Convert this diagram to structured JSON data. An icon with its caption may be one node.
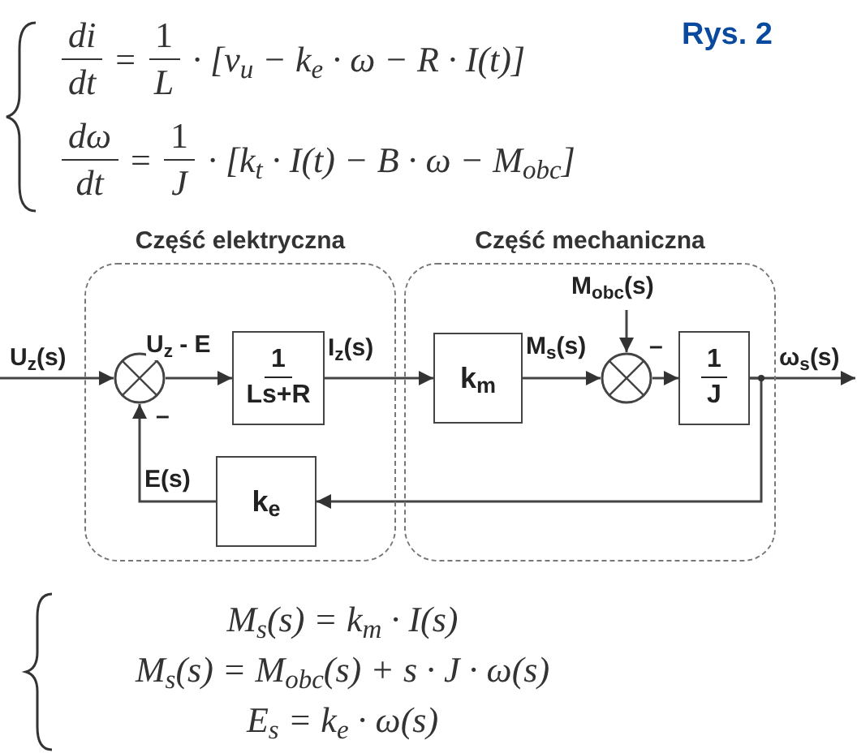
{
  "diagram": {
    "nodes": [
      {
        "text": [
          "Część elektryczna"
        ]
      },
      {
        "text": [
          "Część mechaniczna"
        ]
      },
      {
        "text": [],
        "shape": "circle",
        "in": 0
      },
      {
        "text": [
          "1",
          "Ls+R"
        ],
        "in": 0
      },
      {
        "text": [
          "k$_{e}$"
        ],
        "in": 0
      },
      {
        "text": [
          "k$_{m}$"
        ],
        "in": 1
      },
      {
        "text": [],
        "shape": "circle",
        "in": 1
      },
      {
        "text": [
          "1",
          "J"
        ],
        "in": 1
      }
    ],
    "edges": [
      {
        "from": null,
        "to": 2,
        "arrow": "to",
        "label": "U$_{z}$(s)"
      },
      {
        "from": 2,
        "to": 3,
        "arrow": "to",
        "label": "U$_{z}$ - E"
      },
      {
        "from": 3,
        "to": 5,
        "arrow": "to",
        "label": "I$_{z}$(s)"
      },
      {
        "from": 5,
        "to": 6,
        "arrow": "to",
        "label": "M$_{s}$(s)"
      },
      {
        "from": null,
        "to": 6,
        "arrow": "to",
        "label": "M$_{obc}$(s)"
      },
      {
        "from": 6,
        "to": 7,
        "arrow": "to"
      },
      {
        "from": 7,
        "to": null,
        "arrow": "to",
        "label": "ω$_{s}$(s)"
      },
      {
        "from": 7,
        "to": 4,
        "arrow": "to"
      },
      {
        "from": 4,
        "to": 2,
        "arrow": "to",
        "label": "E(s)"
      }
    ],
    "labels": [
      "Rys. 2",
      "di",
      "dt",
      "=",
      "1",
      "L",
      "· [v$_{u}$ − k$_{e}$ · ω − R · I(t)]",
      "dω",
      "dt",
      "=",
      "1",
      "J",
      "· [k$_{t}$ · I(t) − B · ω − M$_{obc}$]",
      "–",
      "–",
      "M$_{s}$(s) = k$_{m}$ · I(s)",
      "M$_{s}$(s) = M$_{obc}$(s) + s · J · ω(s)",
      "E$_{s}$ = k$_{e}$ · ω(s)"
    ]
  }
}
